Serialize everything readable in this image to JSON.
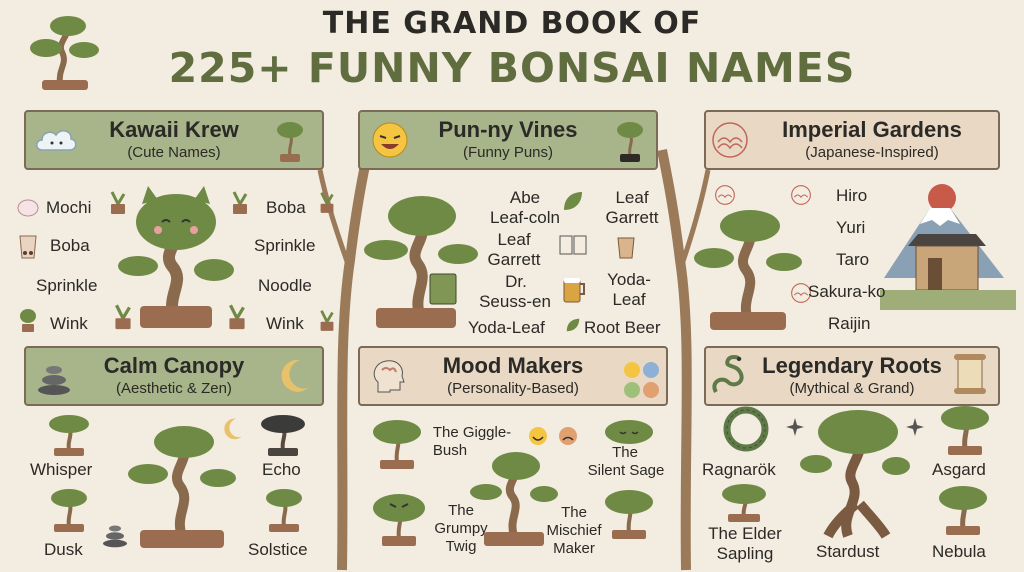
{
  "title": {
    "line1": "THE GRAND BOOK OF",
    "line2": "225+ FUNNY BONSAI NAMES"
  },
  "colors": {
    "title_green": "#5f6d3f",
    "box_green": "#a8b48a",
    "box_beige": "#e8d8c4",
    "trunk": "#8a6a4c",
    "foliage": "#6f8a45",
    "pot": "#9a6d50"
  },
  "sections": {
    "kawaii": {
      "title": "Kawaii Krew",
      "subtitle": "(Cute Names)",
      "icon": "cloud-icon",
      "left_names": [
        "Mochi",
        "Boba",
        "Sprinkle",
        "Wink"
      ],
      "right_names": [
        "Boba",
        "Sprinkle",
        "Noodle",
        "Wink"
      ]
    },
    "puns": {
      "title": "Pun-ny Vines",
      "subtitle": "(Funny Puns)",
      "icon": "laughing-face-icon",
      "names": {
        "abe_1": "Abe",
        "abe_2": "Leaf-coln",
        "leaf_garrett_a_1": "Leaf",
        "leaf_garrett_a_2": "Garrett",
        "leaf_garrett_b_1": "Leaf",
        "leaf_garrett_b_2": "Garrett",
        "seuss_1": "Dr.",
        "seuss_2": "Seuss-en",
        "yoda_a_1": "Yoda-",
        "yoda_a_2": "Leaf",
        "yoda_b": "Yoda-Leaf",
        "root_beer": "Root Beer"
      }
    },
    "imperial": {
      "title": "Imperial Gardens",
      "subtitle": "(Japanese-Inspired)",
      "icon": "wave-pattern-icon",
      "names": [
        "Hiro",
        "Yuri",
        "Taro",
        "Sakura-ko",
        "Raijin"
      ]
    },
    "calm": {
      "title": "Calm Canopy",
      "subtitle": "(Aesthetic & Zen)",
      "icon": "stacked-stones-icon",
      "names": {
        "whisper": "Whisper",
        "echo": "Echo",
        "dusk": "Dusk",
        "solstice": "Solstice"
      }
    },
    "mood": {
      "title": "Mood Makers",
      "subtitle": "(Personality-Based)",
      "icon": "brain-head-icon",
      "names": {
        "giggle_1": "The Giggle-",
        "giggle_2": "Bush",
        "sage_1": "The",
        "sage_2": "Silent Sage",
        "grumpy_1": "The",
        "grumpy_2": "Grumpy",
        "grumpy_3": "Twig",
        "mischief_1": "The",
        "mischief_2": "Mischief",
        "mischief_3": "Maker"
      }
    },
    "legendary": {
      "title": "Legendary Roots",
      "subtitle": "(Mythical & Grand)",
      "icon": "dragon-icon",
      "names": {
        "ragnarok": "Ragnarök",
        "asgard": "Asgard",
        "elder_1": "The Elder",
        "elder_2": "Sapling",
        "stardust": "Stardust",
        "nebula": "Nebula"
      }
    }
  }
}
